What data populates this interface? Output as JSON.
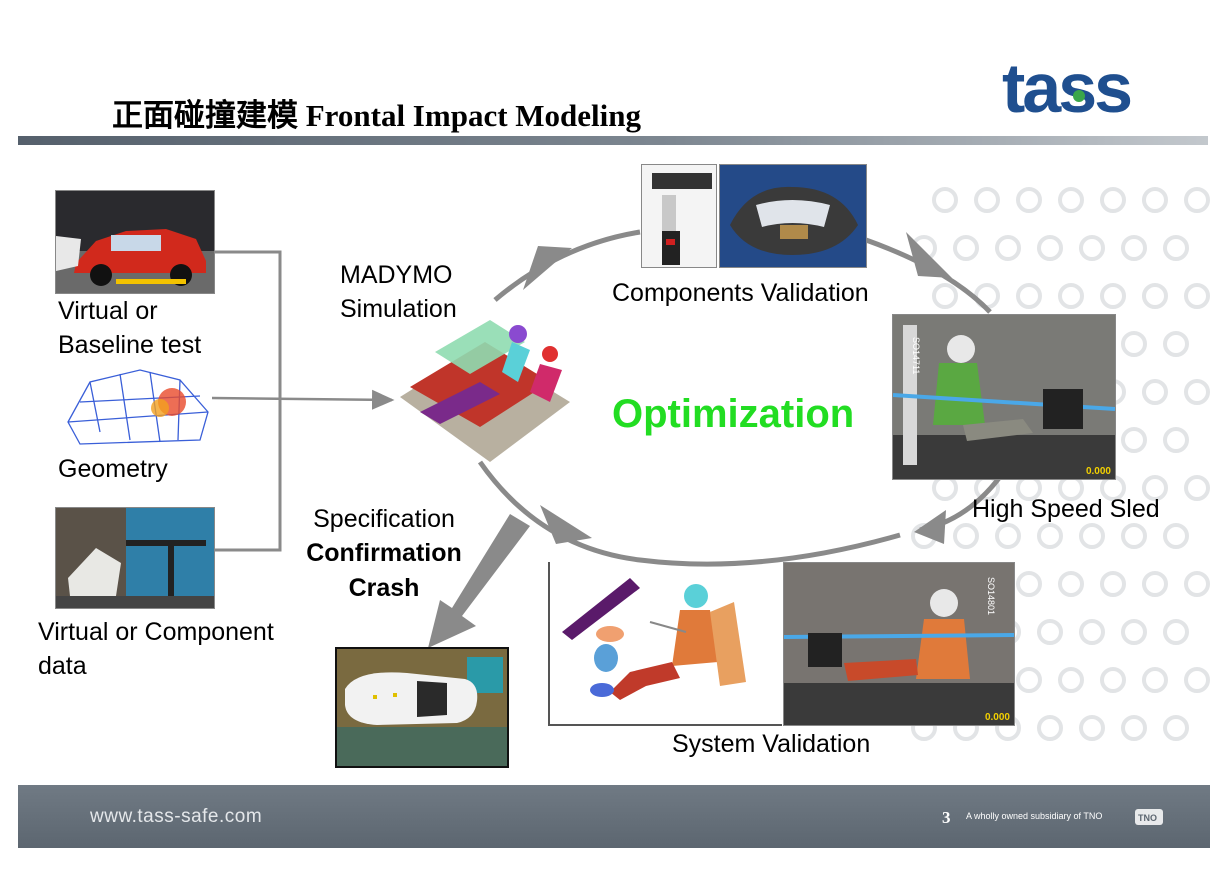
{
  "slide": {
    "title": "正面碰撞建模 Frontal Impact Modeling",
    "logo_text": "tass",
    "footer_url": "www.tass-safe.com",
    "page_number": "3",
    "footer_subsidiary": "A wholly owned subsidiary of TNO",
    "footer_logo_text": "TNO"
  },
  "inputs": {
    "baseline_label_1": "Virtual or",
    "baseline_label_2": "Baseline test",
    "geometry_label": "Geometry",
    "component_label_1": "Virtual or Component",
    "component_label_2": "data"
  },
  "cycle": {
    "madymo_1": "MADYMO",
    "madymo_2": "Simulation",
    "components_validation": "Components Validation",
    "optimization": "Optimization",
    "high_speed_sled": "High Speed Sled",
    "system_validation": "System Validation",
    "spec_1": "Specification",
    "spec_2": "Confirmation",
    "spec_3": "Crash"
  },
  "photo_overlays": {
    "sled_time": "0.000",
    "system_time": "0.000",
    "sled_marker": "SO14711",
    "system_marker": "SO14801"
  },
  "colors": {
    "optimization": "#22dd22",
    "arrow_grey": "#8a8a8a",
    "footer": "#5c6670",
    "logo_blue": "#1f4f8f",
    "logo_green": "#3aa64a"
  }
}
